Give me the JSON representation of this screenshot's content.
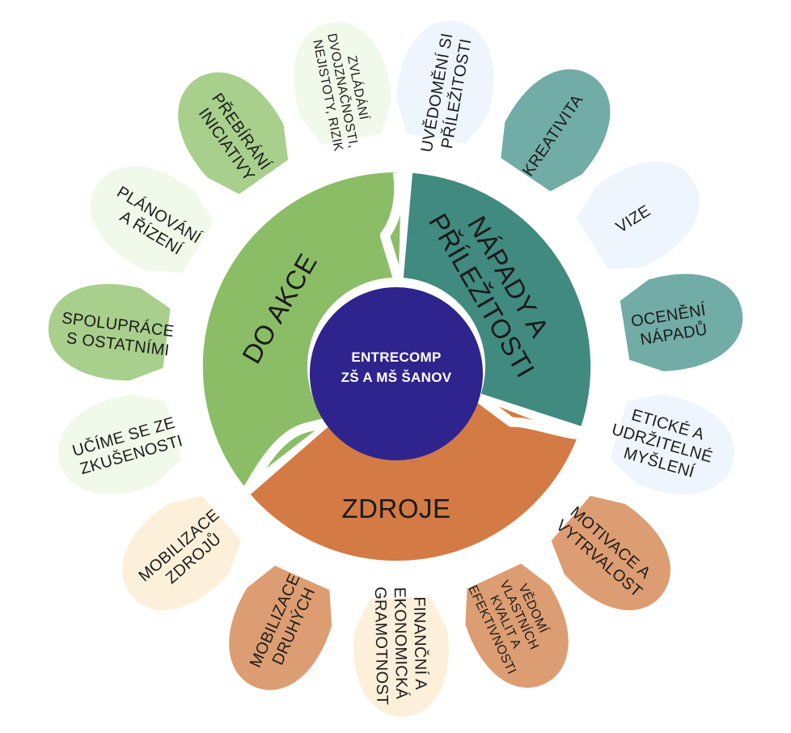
{
  "colors": {
    "napady_ring": "#418a80",
    "akce_ring": "#8bbd67",
    "zdroje_ring": "#d47a45",
    "center": "#2f248d",
    "white": "#ffffff"
  },
  "center": {
    "line1": "ENTRECOMP",
    "line2": "ZŠ A MŠ ŠANOV"
  },
  "ring": {
    "napady": {
      "line1": "NÁPADY A",
      "line2": "PŘÍLEŽITOSTI"
    },
    "akce": {
      "label": "DO AKCE"
    },
    "zdroje": {
      "label": "ZDROJE"
    }
  },
  "petals": {
    "uvedomeni": {
      "lines": [
        "UVĚDOMĚNÍ SI",
        "PŘÍLEŽITOSTI"
      ],
      "color": "#eef5fc"
    },
    "kreativita": {
      "lines": [
        "KREATIVITA"
      ],
      "color": "#72aca6"
    },
    "vize": {
      "lines": [
        "VIZE"
      ],
      "color": "#eef5fc"
    },
    "oceneni": {
      "lines": [
        "OCENĚNÍ",
        "NÁPADŮ"
      ],
      "color": "#72aca6"
    },
    "eticke": {
      "lines": [
        "ETICKÉ A",
        "UDRŽITELNÉ",
        "MYŠLENÍ"
      ],
      "color": "#eef5fc"
    },
    "motivace": {
      "lines": [
        "MOTIVACE A",
        "VYTRVALOST"
      ],
      "color": "#dd9d72"
    },
    "vedomi": {
      "lines": [
        "VĚDOMÍ",
        "VLASTNÍCH",
        "KVALIT A",
        "EFEKTIVNOSTI"
      ],
      "color": "#dd9d72"
    },
    "financni": {
      "lines": [
        "FINANČNÍ A",
        "EKONOMICKÁ",
        "GRAMOTNOST"
      ],
      "color": "#fcf0da"
    },
    "mob_druhych": {
      "lines": [
        "MOBILIZACE",
        "DRUHÝCH"
      ],
      "color": "#dd9d72"
    },
    "mob_zdroju": {
      "lines": [
        "MOBILIZACE",
        "ZDROJŮ"
      ],
      "color": "#fcf0da"
    },
    "ucime": {
      "lines": [
        "UČÍME SE ZE",
        "ZKUŠENOSTI"
      ],
      "color": "#f1faea"
    },
    "spoluprace": {
      "lines": [
        "SPOLUPRÁCE",
        "S OSTATNÍMI"
      ],
      "color": "#a8cf8c"
    },
    "planovani": {
      "lines": [
        "PLÁNOVÁNÍ",
        "A ŘÍZENÍ"
      ],
      "color": "#f1faea"
    },
    "prebirani": {
      "lines": [
        "PŘEBÍRÁNÍ",
        "INICIATIVY"
      ],
      "color": "#a8cf8c"
    },
    "zvladani": {
      "lines": [
        "ZVLÁDÁNÍ",
        "DVOJZNAČNOSTI,",
        "NEJISTOTY, RIZIK"
      ],
      "color": "#f1faea"
    }
  }
}
